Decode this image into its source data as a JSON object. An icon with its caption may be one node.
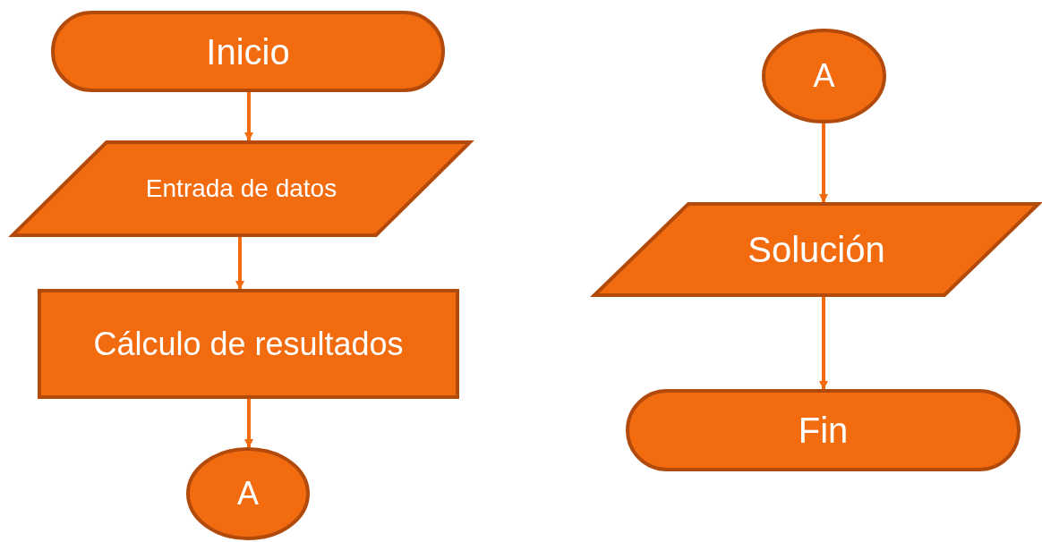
{
  "diagram": {
    "nodes": [
      {
        "text": [
          "Inicio"
        ]
      },
      {
        "text": [
          "Entrada de datos"
        ]
      },
      {
        "text": [
          "Cálculo de resultados"
        ]
      },
      {
        "text": [
          "A"
        ]
      },
      {
        "text": [
          "A"
        ]
      },
      {
        "text": [
          "Solución"
        ]
      },
      {
        "text": [
          "Fin"
        ]
      }
    ],
    "edges": [
      {
        "from": 0,
        "to": 1,
        "arrow": "to"
      },
      {
        "from": 1,
        "to": 2,
        "arrow": "to"
      },
      {
        "from": 2,
        "to": 3,
        "arrow": "to"
      },
      {
        "from": 4,
        "to": 5,
        "arrow": "to"
      },
      {
        "from": 5,
        "to": 6,
        "arrow": "to"
      }
    ]
  }
}
